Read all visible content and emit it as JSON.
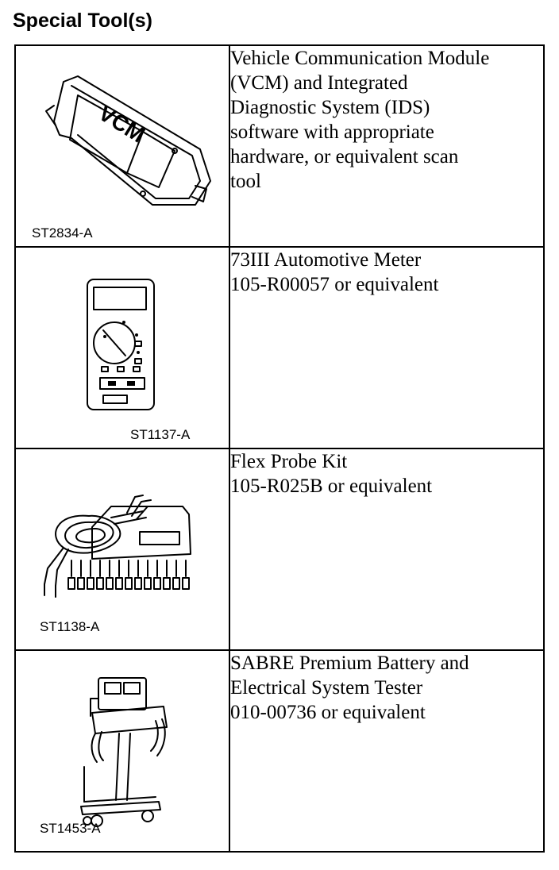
{
  "page_title": "Special Tool(s)",
  "tools": [
    {
      "code": "ST2834-A",
      "description": "Vehicle Communication Module\n(VCM) and Integrated\nDiagnostic System (IDS)\nsoftware with appropriate\nhardware, or equivalent scan\ntool",
      "illustration_label": "VCM"
    },
    {
      "code": "ST1137-A",
      "description": "73III Automotive Meter\n105-R00057 or equivalent"
    },
    {
      "code": "ST1138-A",
      "description": "Flex Probe Kit\n105-R025B or equivalent"
    },
    {
      "code": "ST1453-A",
      "description": "SABRE Premium Battery and\nElectrical System Tester\n010-00736 or equivalent"
    }
  ]
}
